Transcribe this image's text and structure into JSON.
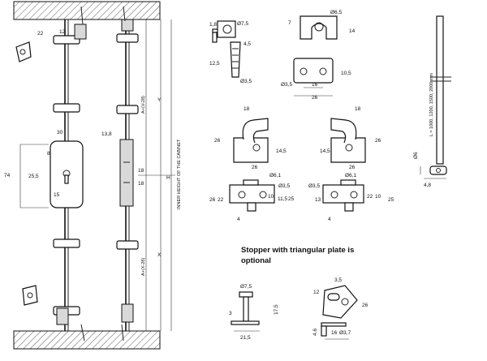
{
  "note": {
    "line1": "Stopper with triangular plate is",
    "line2": "optional"
  },
  "assembly": {
    "dim_22": "22",
    "dim_12": "12",
    "dim_13_8": "13,8",
    "dim_30": "30",
    "dim_74": "74",
    "dim_25_5": "25,5",
    "dim_8": "8",
    "dim_15": "15",
    "dim_18_a": "18",
    "dim_18_b": "18",
    "label_a_top": "A+(V-28)",
    "label_a_bottom": "A+(X-28)",
    "label_y": "Y",
    "label_x": "X",
    "label_h": "H",
    "label_inner_height": "INNER HEIGHT OF THE CABINET"
  },
  "hook_detail": {
    "dim_7_5": "Ø7,5",
    "dim_1_8": "1,8",
    "dim_4_5": "4,5",
    "dim_12_5": "12,5",
    "dim_3_5": "Ø3,5"
  },
  "keeper_detail": {
    "dim_6_5": "Ø6,5",
    "dim_7": "7",
    "dim_14": "14",
    "dim_3_5": "Ø3,5",
    "dim_10_5": "10,5",
    "dim_16": "16",
    "dim_26": "26"
  },
  "latch_left": {
    "dim_18": "18",
    "dim_26_v": "26",
    "dim_14_5": "14,5",
    "dim_26_h": "26",
    "dim_6_1": "Ø6,1",
    "dim_3_5": "Ø3,5",
    "dim_26_side": "26",
    "dim_22": "22",
    "dim_11_5": "11,5",
    "dim_10": "10",
    "dim_25": "25",
    "dim_4": "4"
  },
  "latch_right": {
    "dim_18": "18",
    "dim_26_v": "26",
    "dim_14_5": "14,5",
    "dim_26_h": "26",
    "dim_6_1": "Ø6,1",
    "dim_3_5": "Ø3,5",
    "dim_13": "13",
    "dim_22": "22",
    "dim_10": "10",
    "dim_25": "25",
    "dim_4": "4"
  },
  "rod": {
    "label_length": "L = 1000, 1200, 1500, 2000 mm",
    "dim_6": "Ø6",
    "dim_4_8": "4,8"
  },
  "stopper": {
    "dim_7_5": "Ø7,5",
    "dim_3": "3",
    "dim_17_5": "17,5",
    "dim_21_5": "21,5"
  },
  "triangular_plate": {
    "dim_3_5": "3,5",
    "dim_12": "12",
    "dim_26": "26",
    "dim_4_6": "4,6",
    "dim_16": "16",
    "dim_3_7": "Ø3,7"
  }
}
